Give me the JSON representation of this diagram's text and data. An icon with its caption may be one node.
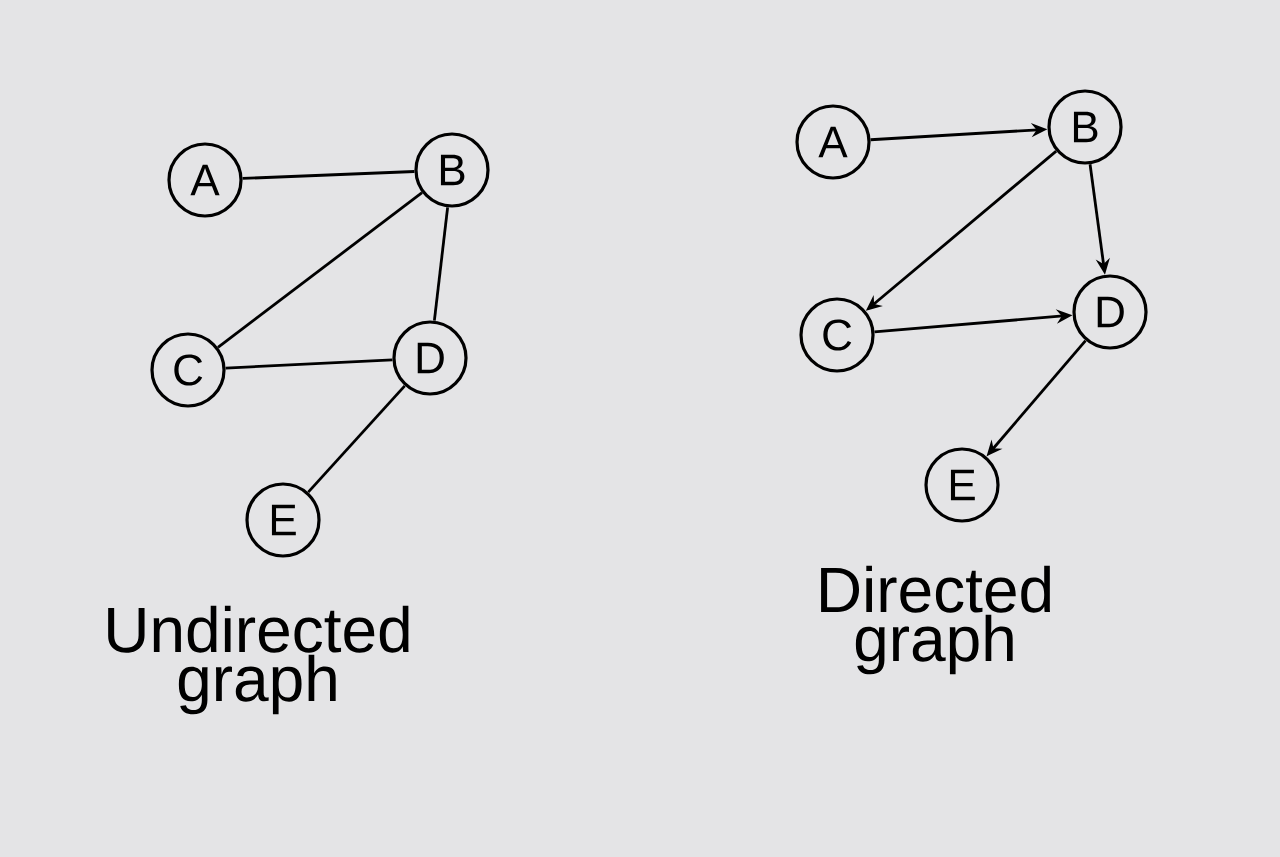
{
  "diagram": {
    "nodes": [
      {
        "text": [
          "A"
        ]
      },
      {
        "text": [
          "B"
        ]
      },
      {
        "text": [
          "C"
        ]
      },
      {
        "text": [
          "D"
        ]
      },
      {
        "text": [
          "E"
        ]
      },
      {
        "text": [
          "A"
        ]
      },
      {
        "text": [
          "B"
        ]
      },
      {
        "text": [
          "C"
        ]
      },
      {
        "text": [
          "D"
        ]
      },
      {
        "text": [
          "E"
        ]
      }
    ],
    "edges": [
      {
        "from": 0,
        "to": 1,
        "arrow": "none"
      },
      {
        "from": 1,
        "to": 2,
        "arrow": "none"
      },
      {
        "from": 1,
        "to": 3,
        "arrow": "none"
      },
      {
        "from": 2,
        "to": 3,
        "arrow": "none"
      },
      {
        "from": 3,
        "to": 4,
        "arrow": "none"
      },
      {
        "from": 5,
        "to": 6,
        "arrow": "to"
      },
      {
        "from": 6,
        "to": 7,
        "arrow": "to"
      },
      {
        "from": 6,
        "to": 8,
        "arrow": "to"
      },
      {
        "from": 7,
        "to": 8,
        "arrow": "to"
      },
      {
        "from": 8,
        "to": 9,
        "arrow": "to"
      }
    ],
    "labels": [
      "Undirected graph",
      "Directed graph"
    ]
  }
}
